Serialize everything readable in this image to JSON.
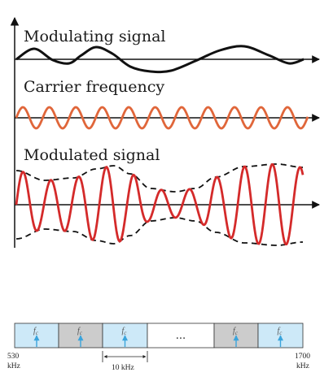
{
  "panels": {
    "modulating": {
      "label": "Modulating signal"
    },
    "carrier": {
      "label": "Carrier frequency"
    },
    "modulated": {
      "label": "Modulated signal"
    }
  },
  "colors": {
    "modulating": "#111111",
    "carrier": "#e0663a",
    "modulated": "#d42a2a",
    "envelope": "#111111",
    "channel_blue": "#cde9f8",
    "channel_gray": "#cccccc",
    "channel_white": "#ffffff",
    "arrow_blue": "#3aa4dc"
  },
  "band": {
    "start_value": "530",
    "start_unit": "kHz",
    "end_value": "1700",
    "end_unit": "kHz",
    "spacing_label": "10 kHz",
    "channels": [
      {
        "label": "f",
        "sub": "c",
        "fill": "blue"
      },
      {
        "label": "f",
        "sub": "c",
        "fill": "gray"
      },
      {
        "label": "f",
        "sub": "c",
        "fill": "blue"
      },
      {
        "label": "...",
        "sub": "",
        "fill": "white"
      },
      {
        "label": "f",
        "sub": "c",
        "fill": "gray"
      },
      {
        "label": "f",
        "sub": "c",
        "fill": "blue"
      }
    ]
  }
}
